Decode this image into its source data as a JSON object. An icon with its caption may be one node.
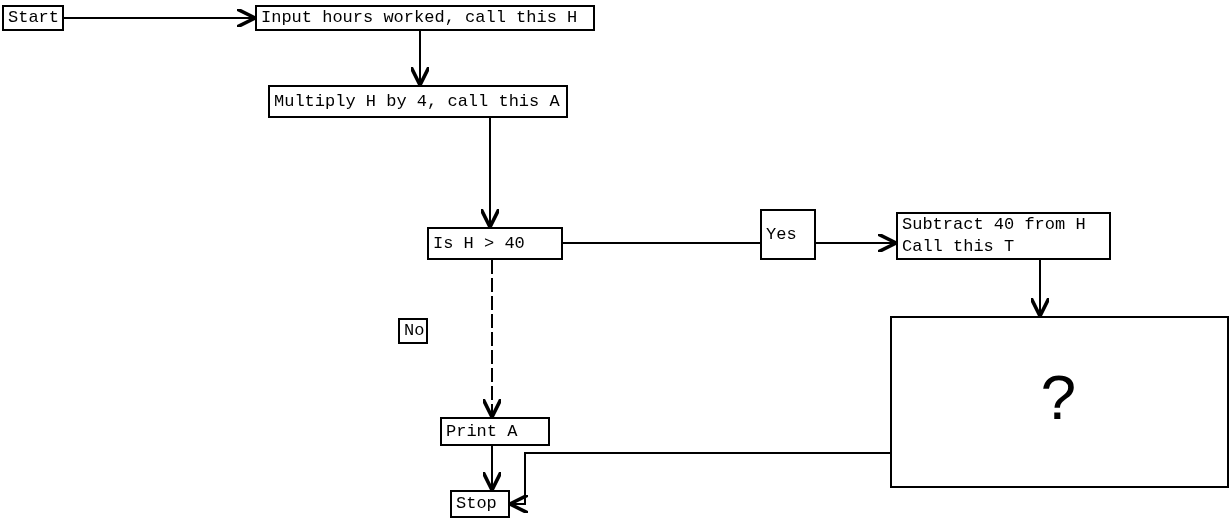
{
  "diagram": {
    "nodes": [
      {
        "text": [
          "Start"
        ]
      },
      {
        "text": [
          "Input hours worked, call this H"
        ]
      },
      {
        "text": [
          "Multiply H by 4, call this A"
        ]
      },
      {
        "text": [
          "Is H > 40"
        ]
      },
      {
        "text": [
          "Yes"
        ]
      },
      {
        "text": [
          "Subtract 40 from H Call this T"
        ]
      },
      {
        "text": [
          "No"
        ]
      },
      {
        "text": [
          "?"
        ]
      },
      {
        "text": [
          "Print A"
        ]
      },
      {
        "text": [
          "Stop"
        ]
      }
    ],
    "edges": [
      {
        "from": 0,
        "to": 1,
        "arrow": "to"
      },
      {
        "from": 1,
        "to": 2,
        "arrow": "to"
      },
      {
        "from": 2,
        "to": 3,
        "arrow": "to"
      },
      {
        "from": 3,
        "to": 4,
        "arrow": "none"
      },
      {
        "from": 4,
        "to": 5,
        "arrow": "to"
      },
      {
        "from": 5,
        "to": 7,
        "arrow": "to"
      },
      {
        "from": 3,
        "to": 8,
        "arrow": "to",
        "style": "dashed"
      },
      {
        "from": 8,
        "to": 9,
        "arrow": "to"
      },
      {
        "from": 7,
        "to": 9,
        "arrow": "to"
      }
    ]
  }
}
